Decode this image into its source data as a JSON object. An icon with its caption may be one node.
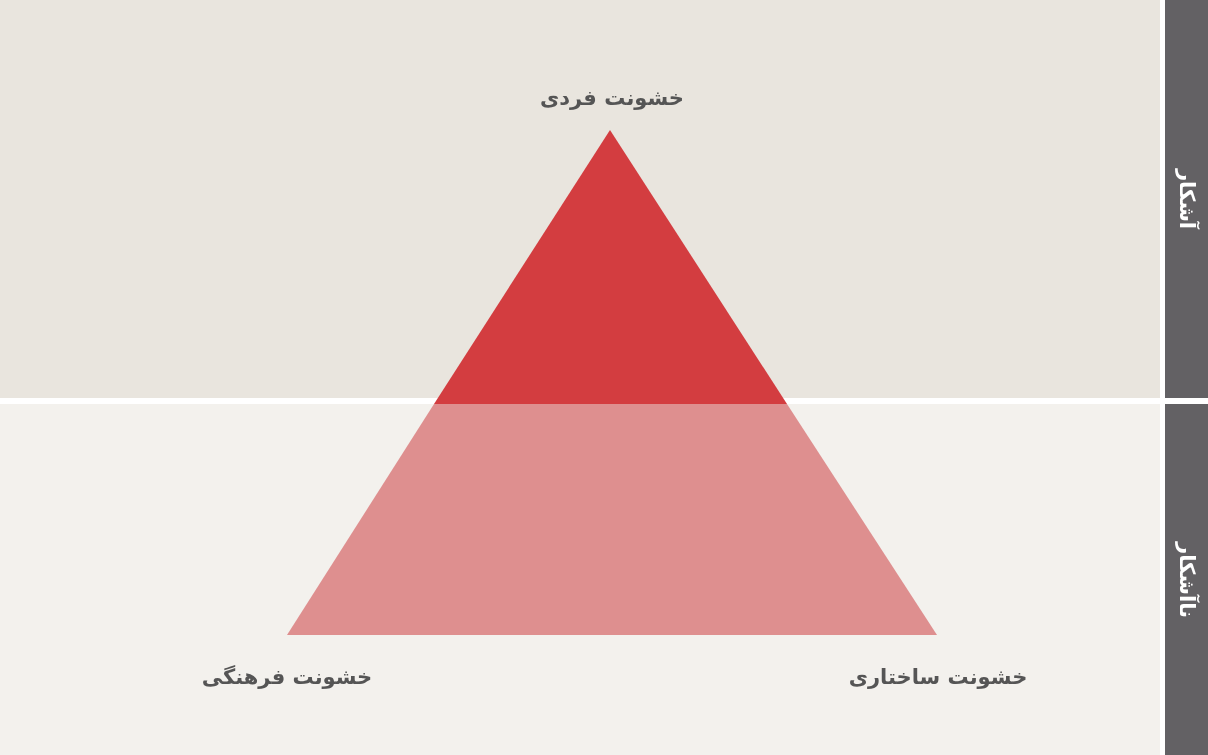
{
  "diagram": {
    "nodes": [
      {
        "text": [
          "آشکار"
        ]
      },
      {
        "text": [
          "ناآشکار"
        ]
      }
    ],
    "labels": [
      "خشونت فردی",
      "خشونت فرهنگی",
      "خشونت ساختاری"
    ]
  }
}
